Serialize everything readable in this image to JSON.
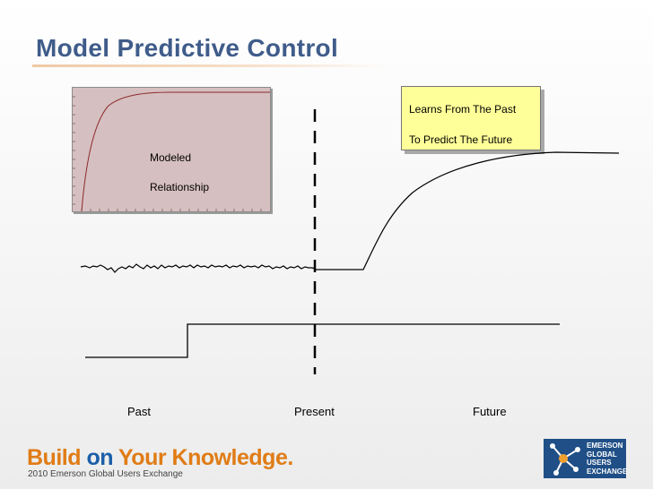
{
  "slide": {
    "title": "Model Predictive Control"
  },
  "model_box": {
    "line1": "Modeled",
    "line2": "Relationship"
  },
  "callout": {
    "line1": "Learns From The Past",
    "line2": "To Predict The Future"
  },
  "timeline": {
    "past": "Past",
    "present": "Present",
    "future": "Future"
  },
  "footer": {
    "brand_part1": "Build ",
    "brand_part2": "on",
    "brand_part3": " Your Knowledge.",
    "subtitle": "2010 Emerson Global Users Exchange",
    "logo_lines": [
      "EMERSON",
      "GLOBAL",
      "USERS",
      "EXCHANGE"
    ]
  },
  "colors": {
    "title": "#3f5c8a",
    "model_box_fill": "#d6bfc0",
    "model_curve": "#8b2a2a",
    "callout_fill": "#ffff99",
    "brand_orange": "#e07c16",
    "brand_blue": "#1c5ea8",
    "logo_blue": "#1f4f86"
  }
}
